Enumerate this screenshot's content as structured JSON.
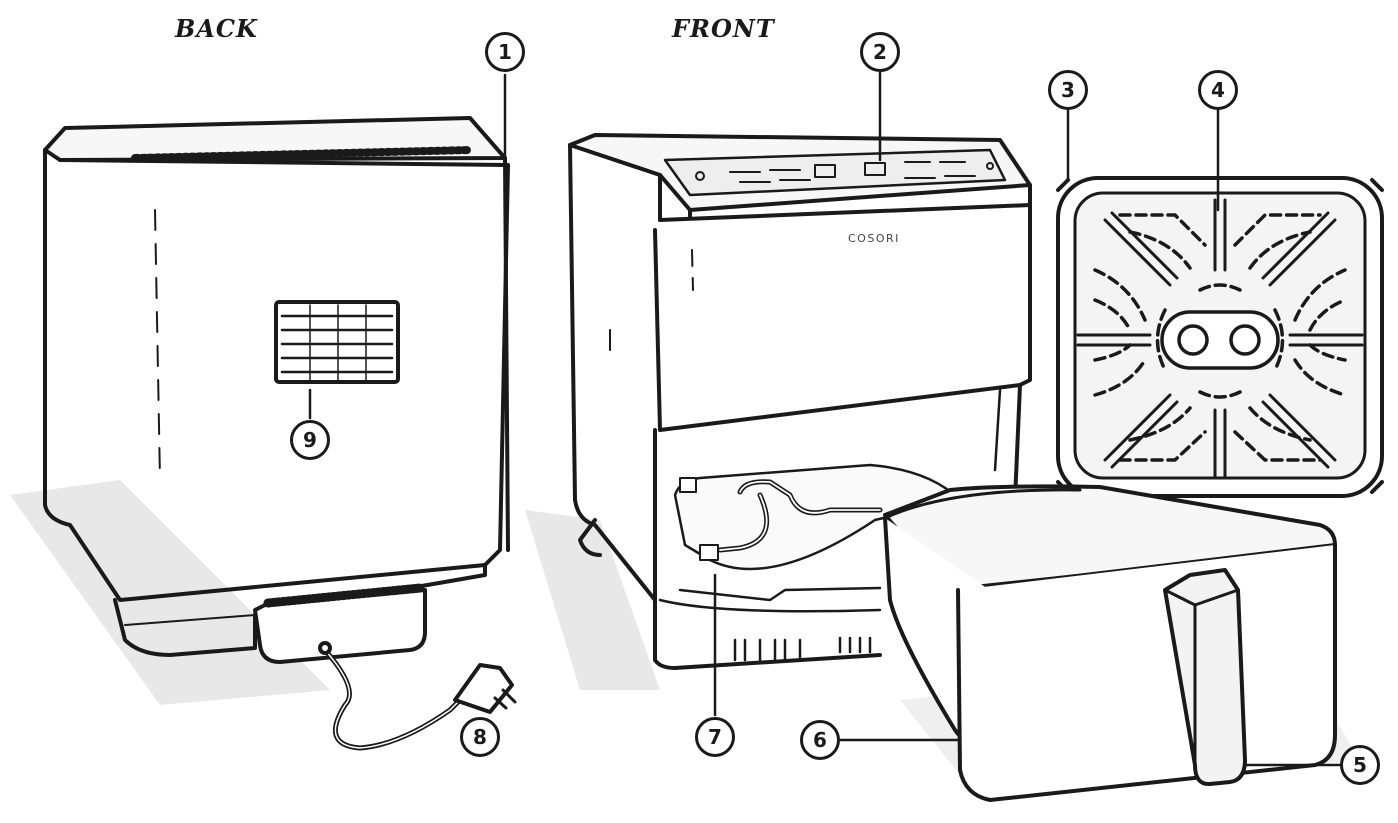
{
  "views": {
    "back": "BACK",
    "front": "FRONT"
  },
  "brand": "COSORI",
  "callouts": [
    "1",
    "2",
    "3",
    "4",
    "5",
    "6",
    "7",
    "8",
    "9"
  ],
  "colors": {
    "line": "#1a1a1a",
    "shadow": "#e6e6e6",
    "panel": "#f4f4f4",
    "background": "#ffffff"
  }
}
